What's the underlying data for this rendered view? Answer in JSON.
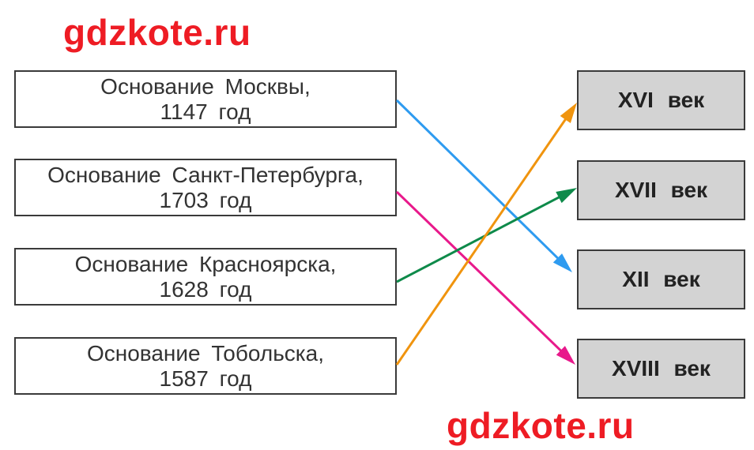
{
  "watermark": {
    "text": "gdzkote.ru",
    "color": "#ee1c24"
  },
  "events": [
    {
      "line1": "Основание  Москвы,",
      "line2": "1147  год"
    },
    {
      "line1": "Основание  Санкт-Петербурга,",
      "line2": "1703  год"
    },
    {
      "line1": "Основание  Красноярска,",
      "line2": "1628  год"
    },
    {
      "line1": "Основание  Тобольска,",
      "line2": "1587  год"
    }
  ],
  "centuries": [
    {
      "label": "XVI  век"
    },
    {
      "label": "XVII  век"
    },
    {
      "label": "XII  век"
    },
    {
      "label": "XVIII  век"
    }
  ],
  "connections": [
    {
      "from_event": 0,
      "to_century": 2,
      "color": "#2e9bf0"
    },
    {
      "from_event": 1,
      "to_century": 3,
      "color": "#e8198b"
    },
    {
      "from_event": 2,
      "to_century": 1,
      "color": "#0e8a4a"
    },
    {
      "from_event": 3,
      "to_century": 0,
      "color": "#f0940e"
    }
  ]
}
